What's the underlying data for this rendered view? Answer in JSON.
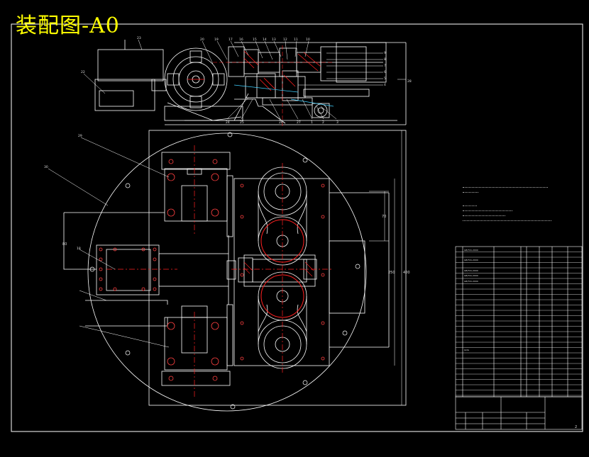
{
  "title": "装配图-A0",
  "dimensions": {
    "d1": "70",
    "d2": "250",
    "d3": "400",
    "d4": "80"
  },
  "callouts": [
    "20",
    "19",
    "17",
    "16",
    "15",
    "14",
    "13",
    "12",
    "11",
    "10",
    "9",
    "8",
    "7",
    "6",
    "5",
    "4",
    "3",
    "2",
    "1",
    "22",
    "23",
    "24",
    "25",
    "26",
    "27",
    "28",
    "29",
    "30",
    "18"
  ],
  "sheet_number": "2",
  "bom_codes": [
    "GB/T41-2000",
    "GB/T41-2000",
    "GB/T41-2000",
    "GB/T41-2000",
    "GB/T41-2000",
    "GOG"
  ],
  "colors": {
    "line": "#ffffff",
    "accent": "#ff2020",
    "title": "#ffff00",
    "cyan": "#40d0ff"
  }
}
